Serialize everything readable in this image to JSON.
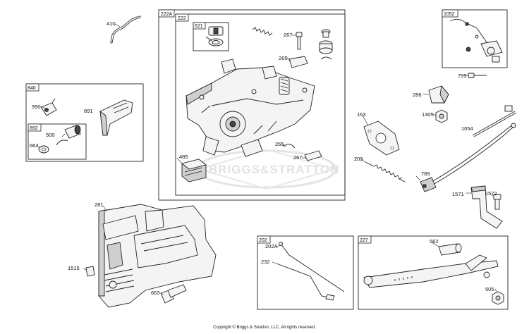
{
  "diagram": {
    "watermark": "BRIGGS&STRATTON",
    "copyright": "Copyright © Briggs & Stratton, LLC. All rights reserved.",
    "boxes": {
      "b222A": "222A",
      "b222": "222",
      "b621": "621",
      "b1052": "1052",
      "b840": "840",
      "b892": "892",
      "b202": "202",
      "b227": "227"
    },
    "labels": {
      "p410": "410",
      "p267a": "267",
      "p265a": "265",
      "p990": "990",
      "p891": "891",
      "p500": "500",
      "p664": "664",
      "p485": "485",
      "p265b": "265",
      "p267b": "267",
      "p163": "163",
      "p209": "209",
      "p799": "799",
      "p286": "286",
      "p1305": "1305",
      "p1054": "1054",
      "p789": "789",
      "p1571": "1571",
      "p1572": "1572",
      "p281": "281",
      "p1515": "1515",
      "p663": "663",
      "p202A": "202A",
      "p232": "232",
      "p562": "562",
      "p505": "505"
    }
  }
}
